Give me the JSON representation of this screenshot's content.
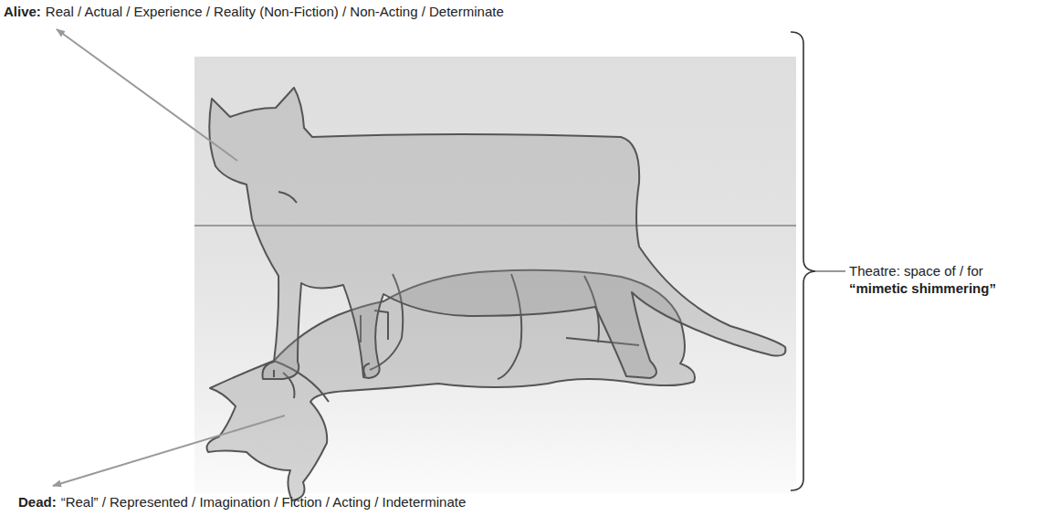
{
  "diagram": {
    "labels": [
      "Alive:",
      "Real / Actual / Experience / Reality (Non-Fiction) / Non-Acting / Determinate",
      "Dead:",
      "“Real” / Represented / Imagination / Fiction / Acting / Indeterminate",
      "Theatre: space of / for",
      "“mimetic shimmering”"
    ]
  }
}
